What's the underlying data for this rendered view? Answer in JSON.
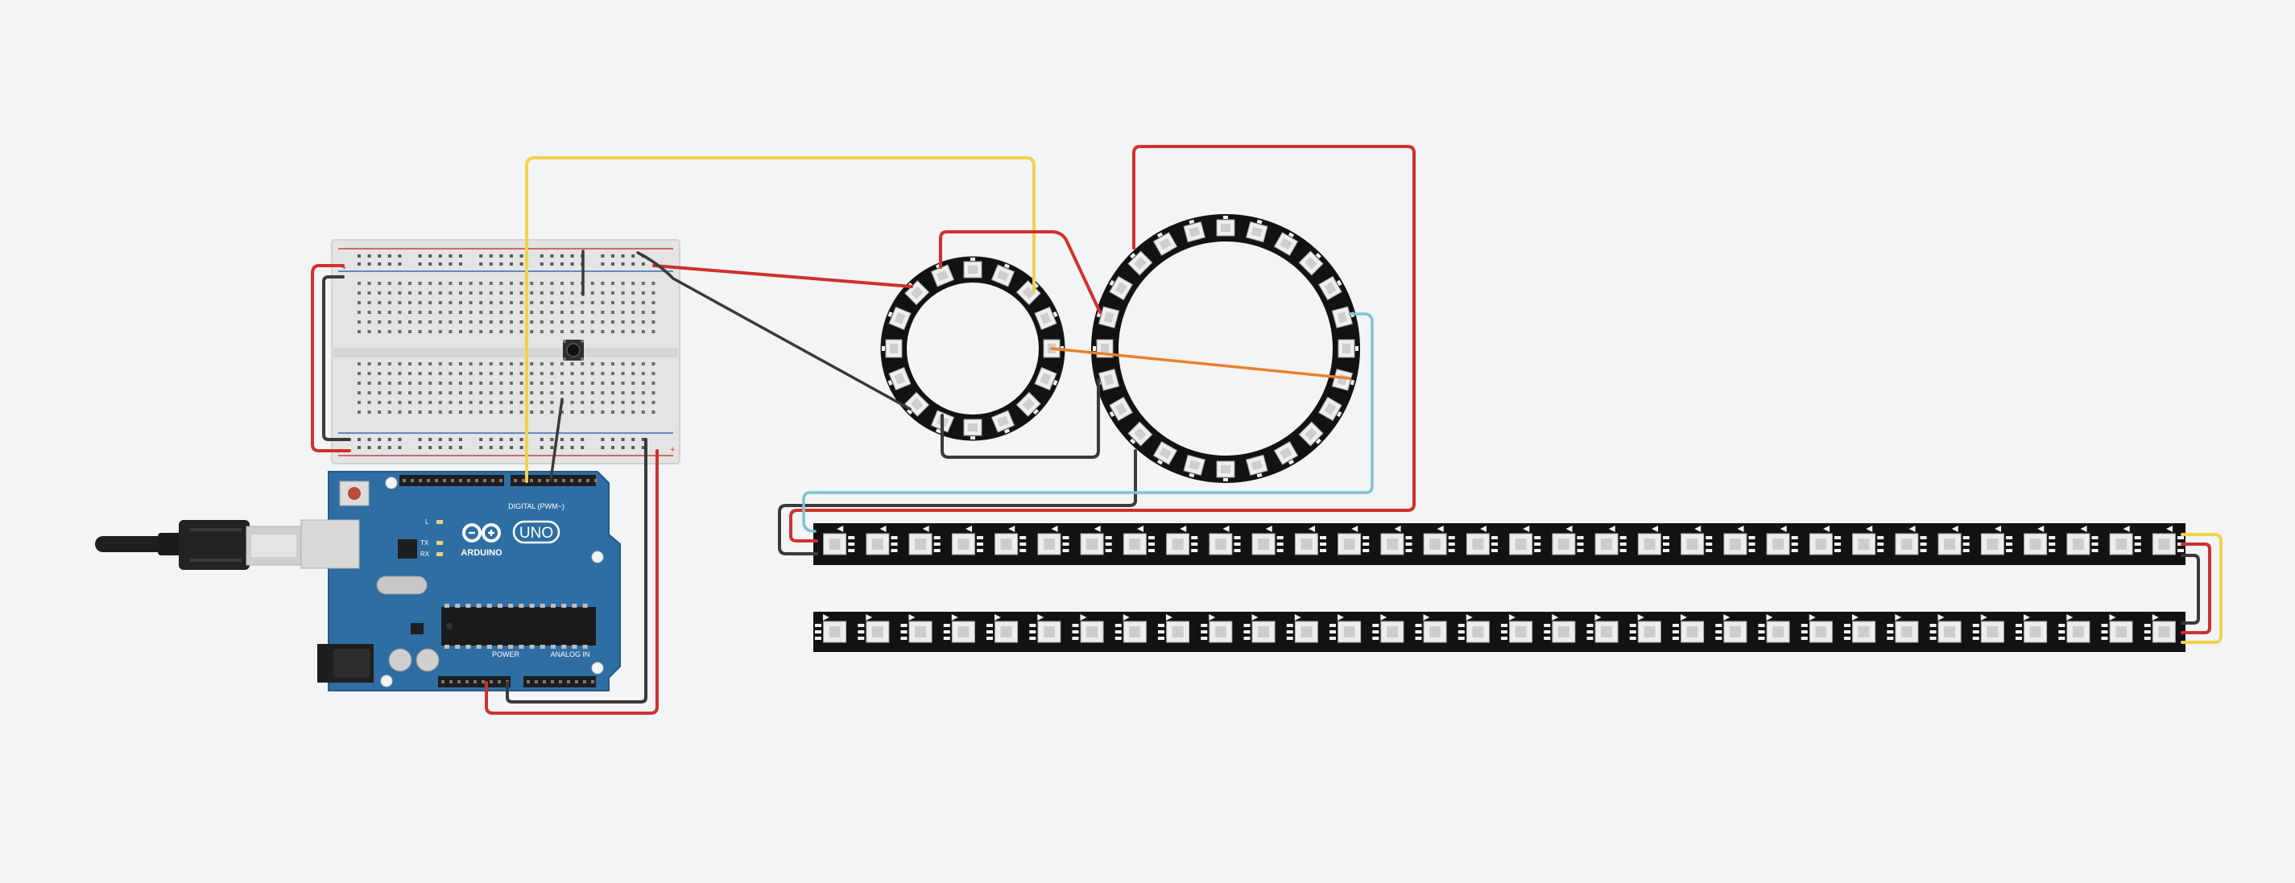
{
  "canvas": {
    "background": "#f3f4f6"
  },
  "colors": {
    "wire_red": "#d0312d",
    "wire_black": "#3a3a3a",
    "wire_yellow": "#f2d14b",
    "wire_blue": "#7fc4d4",
    "wire_orange": "#e8802c",
    "board_blue": "#2f6ea3",
    "led_pcb": "#121212",
    "breadboard": "#e7e7e7"
  },
  "arduino": {
    "model_label": "UNO",
    "brand_label": "ARDUINO",
    "digital_header_label": "DIGITAL (PWM~)",
    "power_header_label": "POWER",
    "analog_header_label": "ANALOG IN",
    "indicator_labels": [
      "L",
      "TX",
      "RX"
    ]
  },
  "usb_cable": {
    "icon": "usb-b-plug-icon"
  },
  "breadboard": {
    "rail_plus": "+",
    "rail_minus": "-"
  },
  "pushbutton": {
    "icon": "tactile-switch-icon"
  },
  "neopixel_rings": [
    {
      "name": "small-ring",
      "pixel_count": 16
    },
    {
      "name": "large-ring",
      "pixel_count": 24
    }
  ],
  "neopixel_strips": [
    {
      "name": "upper-strip",
      "pixel_count": 32,
      "direction": "left-to-right"
    },
    {
      "name": "lower-strip",
      "pixel_count": 32,
      "direction": "right-to-left"
    }
  ]
}
